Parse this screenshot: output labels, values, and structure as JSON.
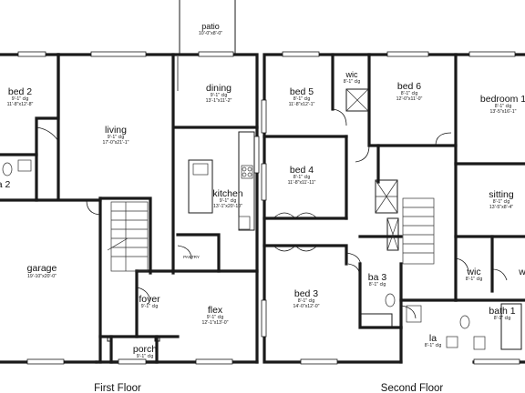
{
  "floors": [
    {
      "label": "First Floor",
      "rooms": [
        {
          "id": "patio",
          "name": "patio",
          "dims": "10'-0\"x8'-0\""
        },
        {
          "id": "bed-2",
          "name": "bed 2",
          "dims1": "9'-1\" clg",
          "dims2": "11'-8\"x12'-8\""
        },
        {
          "id": "living",
          "name": "living",
          "dims1": "9'-1\" clg",
          "dims2": "17'-0\"x21'-1\""
        },
        {
          "id": "dining",
          "name": "dining",
          "dims1": "9'-1\" clg",
          "dims2": "13'-1\"x11'-2\""
        },
        {
          "id": "bath-2",
          "name": "a 2"
        },
        {
          "id": "kitchen",
          "name": "kitchen",
          "dims1": "9'-1\" clg",
          "dims2": "13'-1\"x20'-10\""
        },
        {
          "id": "pantry",
          "name": "PANTRY"
        },
        {
          "id": "garage",
          "name": "garage",
          "dims": "19'-10\"x20'-0\""
        },
        {
          "id": "foyer",
          "name": "foyer",
          "dims": "9'-1\" clg"
        },
        {
          "id": "flex",
          "name": "flex",
          "dims1": "9'-1\" clg",
          "dims2": "12'-1\"x13'-0\""
        },
        {
          "id": "porch",
          "name": "porch",
          "dims": "9'-1\" clg"
        }
      ]
    },
    {
      "label": "Second Floor",
      "rooms": [
        {
          "id": "bed-5",
          "name": "bed 5",
          "dims1": "8'-1\" clg",
          "dims2": "11'-8\"x12'-1\""
        },
        {
          "id": "wic-top",
          "name": "wic",
          "dims": "8'-1\" clg"
        },
        {
          "id": "bed-6",
          "name": "bed 6",
          "dims1": "8'-1\" clg",
          "dims2": "12'-0\"x11'-0\""
        },
        {
          "id": "bedroom-1",
          "name": "bedroom 1",
          "dims1": "8'-1\" clg",
          "dims2": "13'-5\"x16'-1\""
        },
        {
          "id": "bed-4",
          "name": "bed 4",
          "dims1": "8'-1\" clg",
          "dims2": "11'-8\"x11'-11\""
        },
        {
          "id": "sitting",
          "name": "sitting",
          "dims1": "8'-1\" clg",
          "dims2": "13'-5\"x8'-4\""
        },
        {
          "id": "bath-3",
          "name": "ba 3",
          "dims": "8'-1\" clg"
        },
        {
          "id": "wic-right",
          "name": "wic",
          "dims": "8'-1\" clg"
        },
        {
          "id": "wic-edge",
          "name": "w"
        },
        {
          "id": "bed-3",
          "name": "bed 3",
          "dims1": "8'-1\" clg",
          "dims2": "14'-0\"x12'-0\""
        },
        {
          "id": "bath-1",
          "name": "bath 1",
          "dims": "8'-1\" clg"
        },
        {
          "id": "laundry",
          "name": "la",
          "dims": "8'-1\" clg"
        }
      ]
    }
  ]
}
